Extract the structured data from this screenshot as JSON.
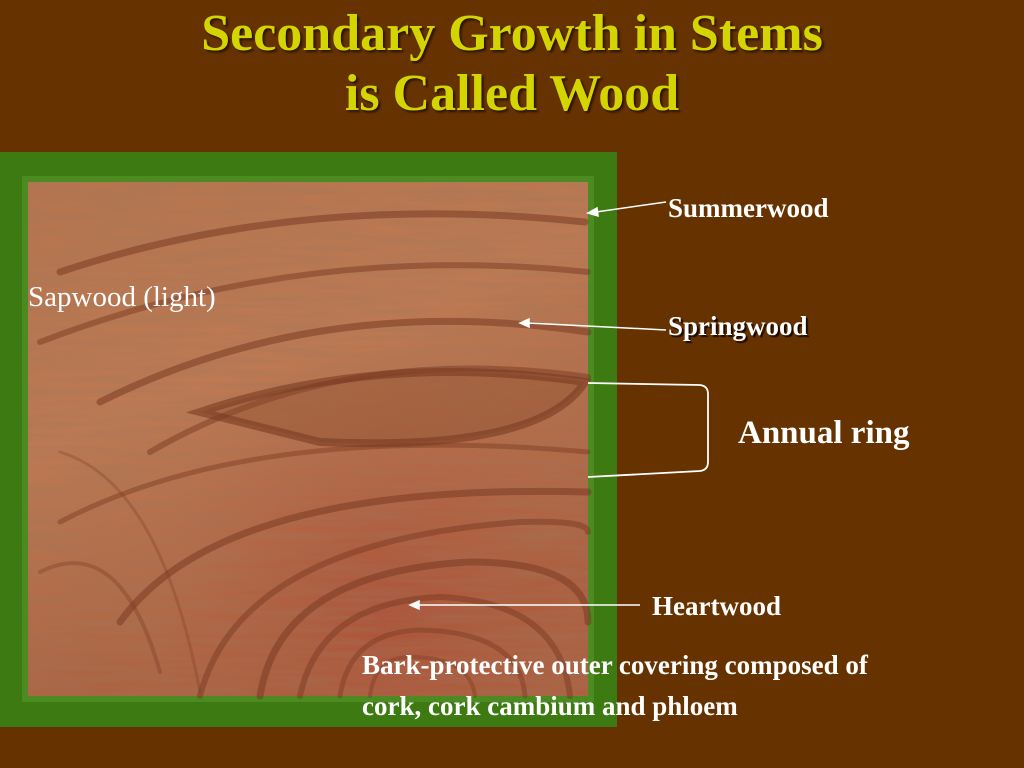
{
  "title": {
    "line1": "Secondary Growth  in Stems",
    "line2": "is Called Wood"
  },
  "labels": {
    "summerwood": "Summerwood",
    "springwood": "Springwood",
    "annual_ring": "Annual ring",
    "heartwood": "Heartwood",
    "sapwood": "Sapwood (light)",
    "bark": "Bark-protective outer covering composed of cork, cork cambium and phloem"
  },
  "colors": {
    "background": "#663300",
    "title": "#d4d400",
    "bark_border": "#3d7a12",
    "label_text": "#ffffff"
  }
}
